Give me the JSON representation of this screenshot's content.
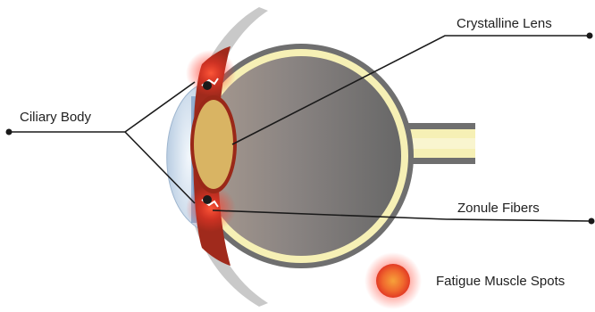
{
  "labels": {
    "crystalline_lens": "Crystalline Lens",
    "ciliary_body": "Ciliary Body",
    "zonule_fibers": "Zonule Fibers",
    "fatigue_muscle_spots": "Fatigue Muscle Spots"
  },
  "colors": {
    "eyeball_outer": "#6f6f6f",
    "sclera_layer": "#f6f0b5",
    "vitreous_dark": "#6a6a6a",
    "vitreous_light": "#a89a90",
    "lens_fill": "#d9b463",
    "lens_rim": "#9a2818",
    "ciliary_muscle": "#a02a1c",
    "cornea": "#dde9f6",
    "fatigue_glow": "#ff3a2a",
    "fatigue_core": "#f6a23a",
    "leader_lines": "#1a1a1a"
  }
}
